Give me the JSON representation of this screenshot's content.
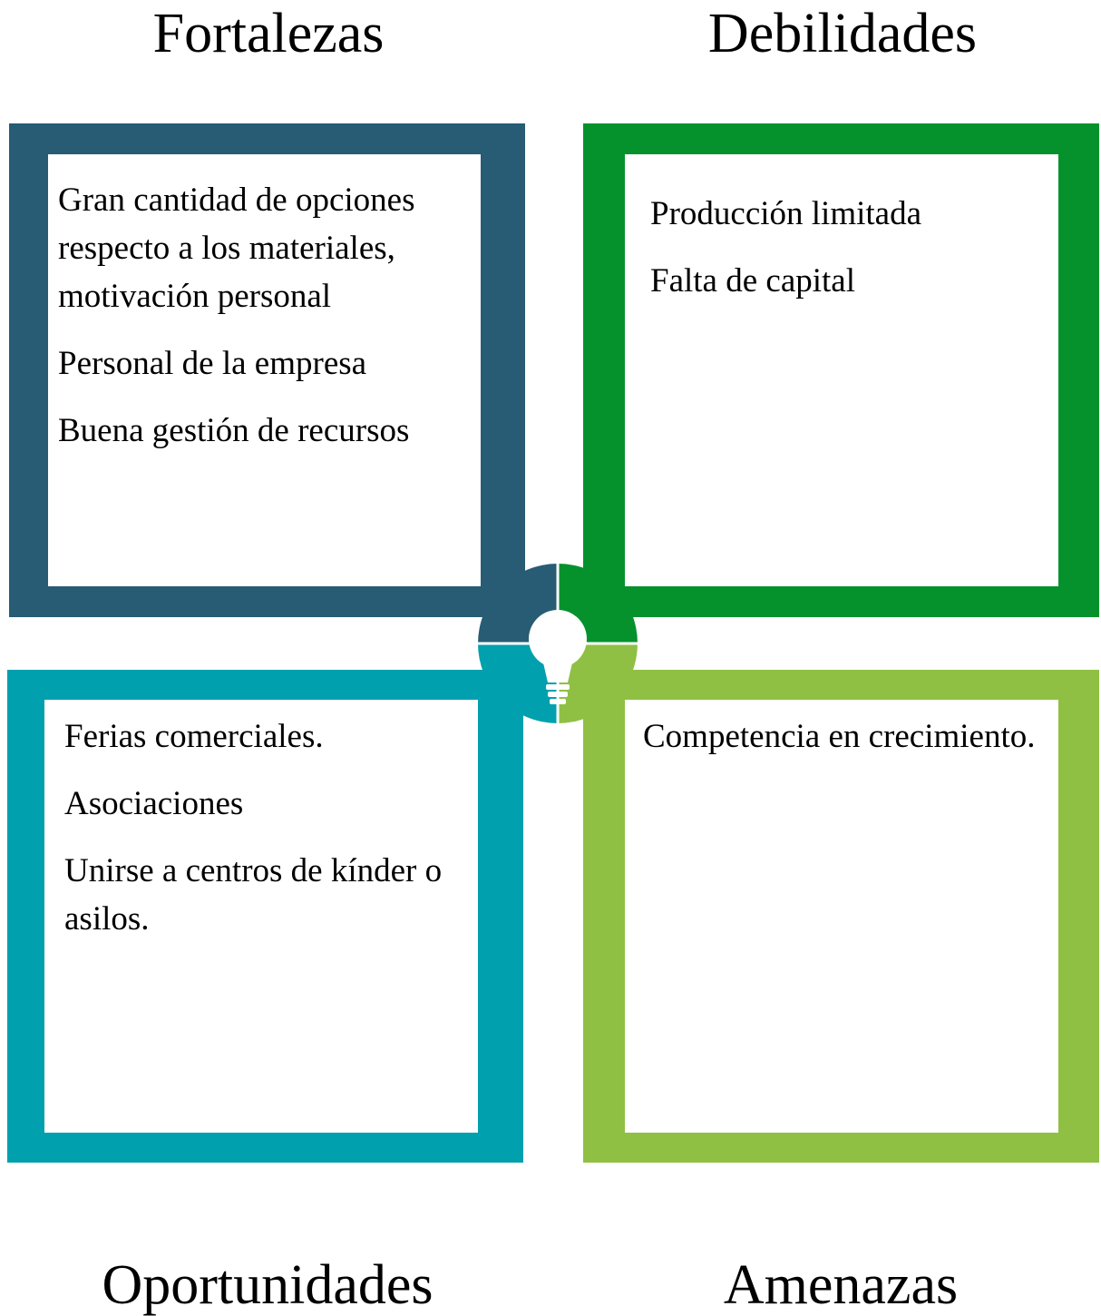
{
  "colors": {
    "fortalezas": "#275c74",
    "debilidades": "#05922c",
    "oportunidades": "#00a0ae",
    "amenazas": "#8fc043"
  },
  "center_icon": "lightbulb-icon",
  "quadrants": {
    "fortalezas": {
      "title": "Fortalezas",
      "items": [
        "Gran cantidad de opciones respecto a los materiales, motivación personal",
        "Personal de la empresa",
        "Buena gestión de recursos"
      ]
    },
    "debilidades": {
      "title": "Debilidades",
      "items": [
        "Producción limitada",
        "Falta de capital"
      ]
    },
    "oportunidades": {
      "title": "Oportunidades",
      "items": [
        "Ferias comerciales.",
        "Asociaciones",
        "Unirse a centros de kínder o asilos."
      ]
    },
    "amenazas": {
      "title": "Amenazas",
      "items": [
        "Competencia en crecimiento."
      ]
    }
  }
}
